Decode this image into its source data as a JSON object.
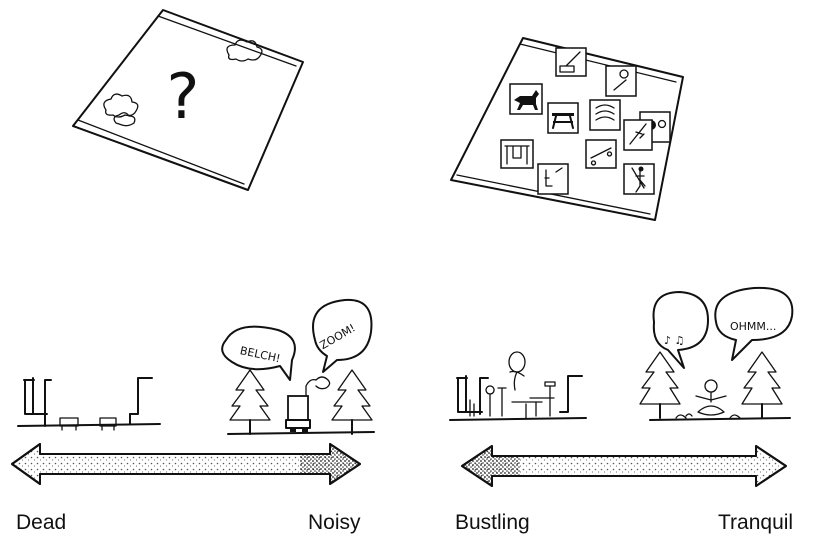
{
  "panels": {
    "top_left": {
      "symbol": "?"
    },
    "top_right": {
      "icons": [
        "sweep-icon",
        "baseball-icon",
        "dog-icon",
        "picnic-table-icon",
        "water-icon",
        "tennis-icon",
        "swing-icon",
        "skateboard-icon",
        "climbing-icon",
        "golf-icon",
        "hiker-icon"
      ]
    },
    "bottom_left": {
      "bubbles": [
        "BELCH!",
        "ZOOM!"
      ],
      "scale_left": "Dead",
      "scale_right": "Noisy"
    },
    "bottom_right": {
      "bubbles": [
        "♪ ♫",
        "OHMM..."
      ],
      "scale_left": "Bustling",
      "scale_right": "Tranquil"
    }
  }
}
